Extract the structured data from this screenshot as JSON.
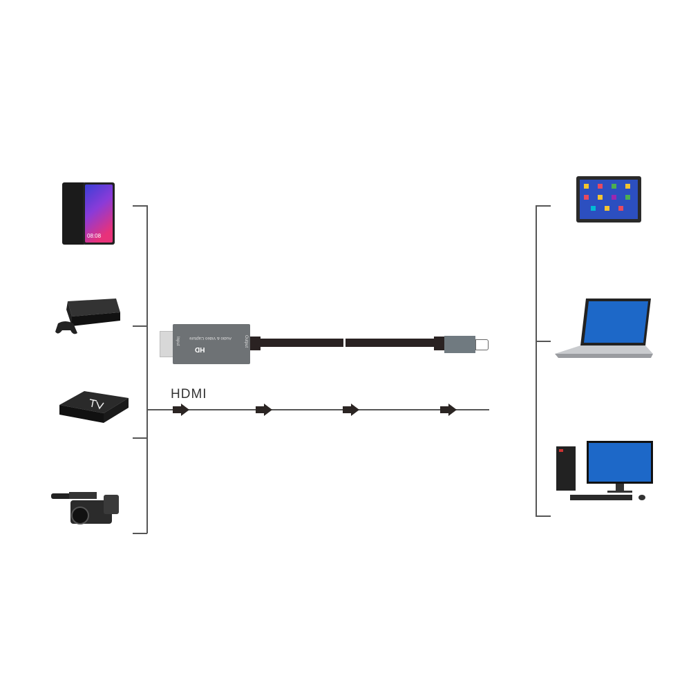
{
  "diagram": {
    "connection_label": "HDMI",
    "adapter": {
      "brand": "HD",
      "product": "Audio & Video Capture",
      "input_label": "Input",
      "output_label": "Output"
    },
    "sources": [
      "smartphone",
      "game-console",
      "tv-box",
      "camcorder"
    ],
    "targets": [
      "tablet",
      "laptop",
      "desktop-computer"
    ],
    "phone_clock": "08:08"
  },
  "colors": {
    "line": "#555555",
    "adapter": "#6e7275",
    "cable": "#2a2222",
    "arrow": "#2b2523"
  }
}
